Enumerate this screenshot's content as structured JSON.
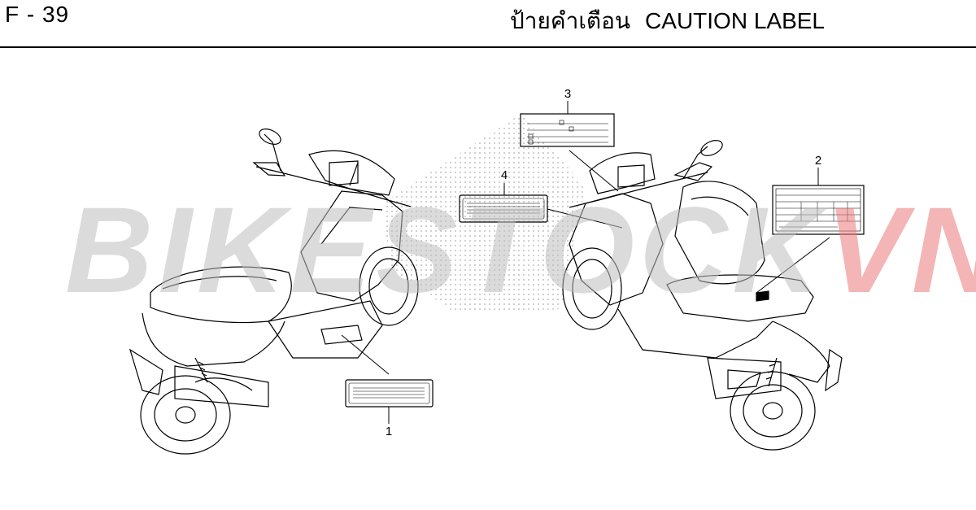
{
  "header": {
    "page_code": "F - 39",
    "title_thai": "ป้ายคำเตือน",
    "title_en": "CAUTION LABEL"
  },
  "watermark": {
    "main": "BIKESTOCK",
    "accent": "VN",
    "accent_color": "#e97878"
  },
  "callouts": [
    {
      "id": "1",
      "label": "1"
    },
    {
      "id": "2",
      "label": "2"
    },
    {
      "id": "3",
      "label": "3"
    },
    {
      "id": "4",
      "label": "4"
    }
  ],
  "illustrations": [
    {
      "name": "scooter-left-view-icon"
    },
    {
      "name": "scooter-right-view-icon"
    }
  ]
}
